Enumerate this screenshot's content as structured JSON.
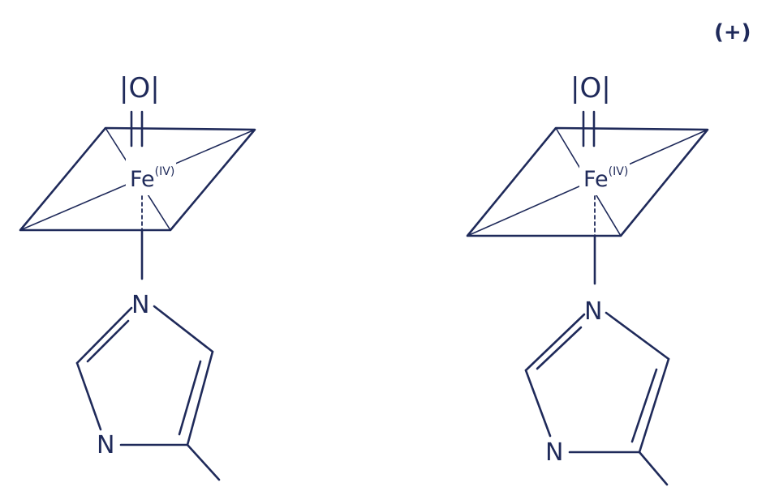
{
  "charge": "(+)",
  "structures": [
    {
      "oxygen": "|O|",
      "metal": "Fe",
      "oxidation": "(IV)",
      "n_top": "N",
      "n_bottom": "N"
    },
    {
      "oxygen": "|O|",
      "metal": "Fe",
      "oxidation": "(IV)",
      "n_top": "N",
      "n_bottom": "N"
    }
  ],
  "colors": {
    "ink": "#1f2a5a",
    "background": "#ffffff"
  }
}
